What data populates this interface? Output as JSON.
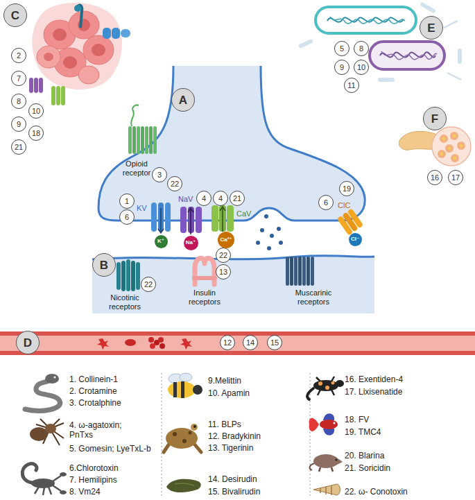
{
  "diagram": {
    "nodes": [
      {
        "text": [
          "C"
        ]
      },
      {
        "text": [
          "2"
        ]
      },
      {
        "text": [
          "7"
        ]
      },
      {
        "text": [
          "8"
        ]
      },
      {
        "text": [
          "10"
        ]
      },
      {
        "text": [
          "9"
        ]
      },
      {
        "text": [
          "18"
        ]
      },
      {
        "text": [
          "21"
        ]
      },
      {
        "text": [
          "E"
        ]
      },
      {
        "text": [
          "5"
        ]
      },
      {
        "text": [
          "8"
        ]
      },
      {
        "text": [
          "9"
        ]
      },
      {
        "text": [
          "10"
        ]
      },
      {
        "text": [
          "11"
        ]
      },
      {
        "text": [
          "F"
        ]
      },
      {
        "text": [
          "16"
        ]
      },
      {
        "text": [
          "17"
        ]
      },
      {
        "text": [
          "A"
        ]
      },
      {
        "text": [
          "3"
        ]
      },
      {
        "text": [
          "22"
        ]
      },
      {
        "text": [
          "1"
        ]
      },
      {
        "text": [
          "6"
        ]
      },
      {
        "text": [
          "4"
        ]
      },
      {
        "text": [
          "4"
        ]
      },
      {
        "text": [
          "21"
        ]
      },
      {
        "text": [
          "19"
        ]
      },
      {
        "text": [
          "6"
        ]
      },
      {
        "text": [
          "B"
        ]
      },
      {
        "text": [
          "22"
        ]
      },
      {
        "text": [
          "22"
        ]
      },
      {
        "text": [
          "13"
        ]
      },
      {
        "text": [
          "K⁺"
        ]
      },
      {
        "text": [
          "Na⁺"
        ]
      },
      {
        "text": [
          "Ca²⁺"
        ]
      },
      {
        "text": [
          "Cl⁻"
        ]
      },
      {
        "text": [
          "D"
        ]
      },
      {
        "text": [
          "12"
        ]
      },
      {
        "text": [
          "14"
        ]
      },
      {
        "text": [
          "15"
        ]
      }
    ],
    "labels": [
      "Opioid receptor",
      "KV",
      "NaV",
      "CaV",
      "ClC",
      "Nicotinic receptors",
      "Insulin receptors",
      "Muscarinic receptors",
      "1. Collinein-1",
      "2. Crotamine",
      "3. Crotalphine",
      "4. ω-agatoxin; PnTxs",
      "5. Gomesin; LyeTxL-b",
      "6.Chlorotoxin",
      "7. Hemilipins",
      "8. Vm24",
      "9.Melittin",
      "10. Apamin",
      "11. BLPs",
      "12. Bradykinin",
      "13. Tigerinin",
      "14. Desirudin",
      "15. Bivalirudin",
      "16. Exentiden-4",
      "17. Lixisenatide",
      "18. FV",
      "19. TMC4",
      "20. Blarina",
      "21. Soricidin",
      "22. ω- Conotoxin"
    ]
  }
}
